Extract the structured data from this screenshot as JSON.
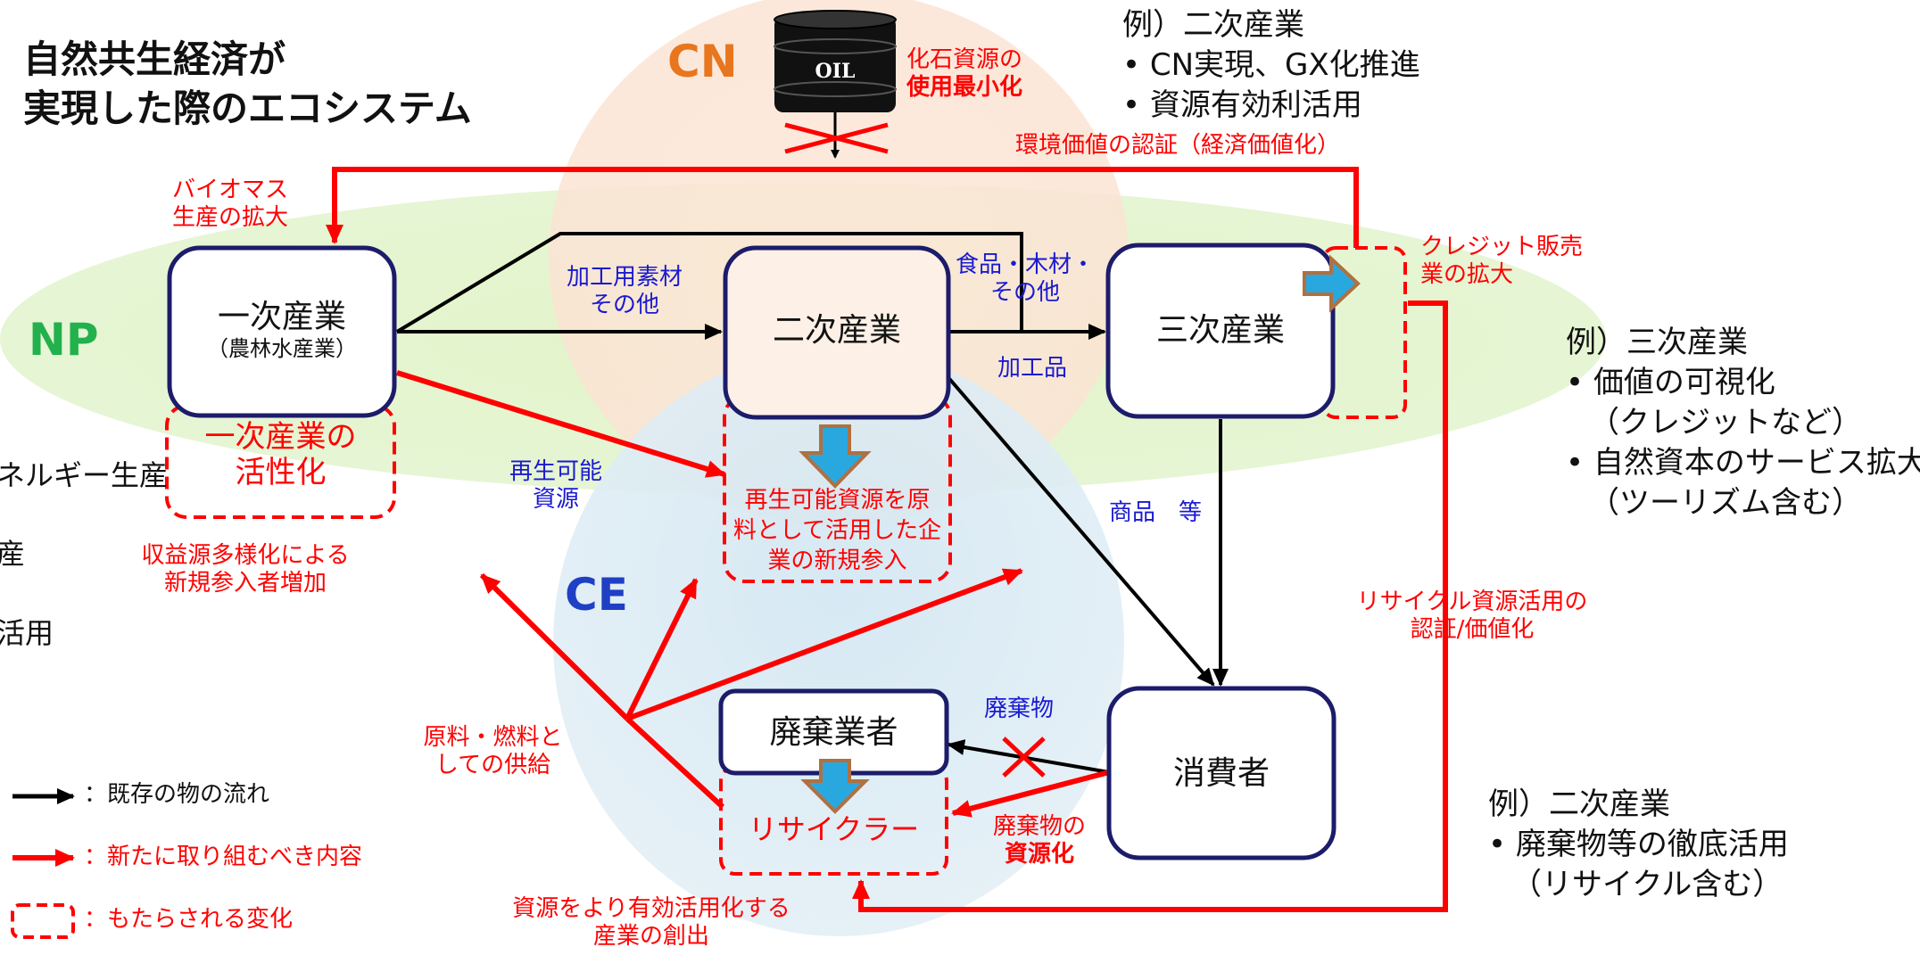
{
  "title": {
    "line1": "自然共生経済が",
    "line2": "実現した際のエコシステム"
  },
  "zones": {
    "cn": "CN",
    "np": "NP",
    "ce": "CE"
  },
  "oil_label": "OIL",
  "fossil": {
    "line1": "化石資源の",
    "line2": "使用最小化"
  },
  "nodes": {
    "primary": {
      "label": "一次産業",
      "sub": "（農林水産業）"
    },
    "secondary": {
      "label": "二次産業"
    },
    "tertiary": {
      "label": "三次産業"
    },
    "consumer": {
      "label": "消費者"
    },
    "waste": {
      "label": "廃棄業者"
    },
    "recycler": {
      "label": "リサイクラー"
    }
  },
  "changes": {
    "primary": {
      "line1": "一次産業の",
      "line2": "活性化"
    },
    "secondary": {
      "line1": "再生可能資源を原",
      "line2": "料として活用した企",
      "line3": "業の新規参入"
    }
  },
  "labels": {
    "biomass": {
      "line1": "バイオマス",
      "line2": "生産の拡大"
    },
    "env_value": "環境価値の認証（経済価値化）",
    "credit": {
      "line1": "クレジット販売",
      "line2": "業の拡大"
    },
    "kakou_sozai": {
      "line1": "加工用素材",
      "line2": "その他"
    },
    "food_wood": {
      "line1": "食品・木材・",
      "line2": "その他"
    },
    "kakouhin": "加工品",
    "renewable": {
      "line1": "再生可能",
      "line2": "資源"
    },
    "products": "商品　等",
    "revenue": {
      "line1": "収益源多様化による",
      "line2": "新規参入者増加"
    },
    "recycle_cert": {
      "line1": "リサイクル資源活用の",
      "line2": "認証/価値化"
    },
    "haikibutsu": "廃棄物",
    "haikibutsu_res": {
      "line1": "廃棄物の",
      "line2": "資源化"
    },
    "raw_fuel": {
      "line1": "原料・燃料と",
      "line2": "しての供給"
    },
    "new_industry": {
      "line1": "資源をより有効活用化する",
      "line2": "産業の創出"
    }
  },
  "examples": {
    "top": {
      "heading": "例）二次産業",
      "items": [
        "• CN実現、GX化推進",
        "• 資源有効利活用"
      ]
    },
    "right": {
      "heading": "例）三次産業",
      "items": [
        "• 価値の可視化",
        "（クレジットなど）",
        "• 自然資本のサービス拡大",
        "（ツーリズム含む）"
      ]
    },
    "bottom": {
      "heading": "例）二次産業",
      "items": [
        "• 廃棄物等の徹底活用",
        "（リサイクル含む）"
      ]
    }
  },
  "left_partial": [
    "ネルギー生産",
    "産",
    "活用"
  ],
  "legend": {
    "existing": "：既存の物の流れ",
    "new": "：新たに取り組むべき内容",
    "change": "：もたらされる変化"
  },
  "colors": {
    "red": "#ff0000",
    "blue_text": "#1a1ad0",
    "cn_orange": "#e8761e",
    "np_green": "#22b14c",
    "ce_blue": "#1f3fc4",
    "box_border": "#1c1c6a",
    "arrow_fill": "#29a8e0",
    "arrow_outline": "#b07040"
  }
}
